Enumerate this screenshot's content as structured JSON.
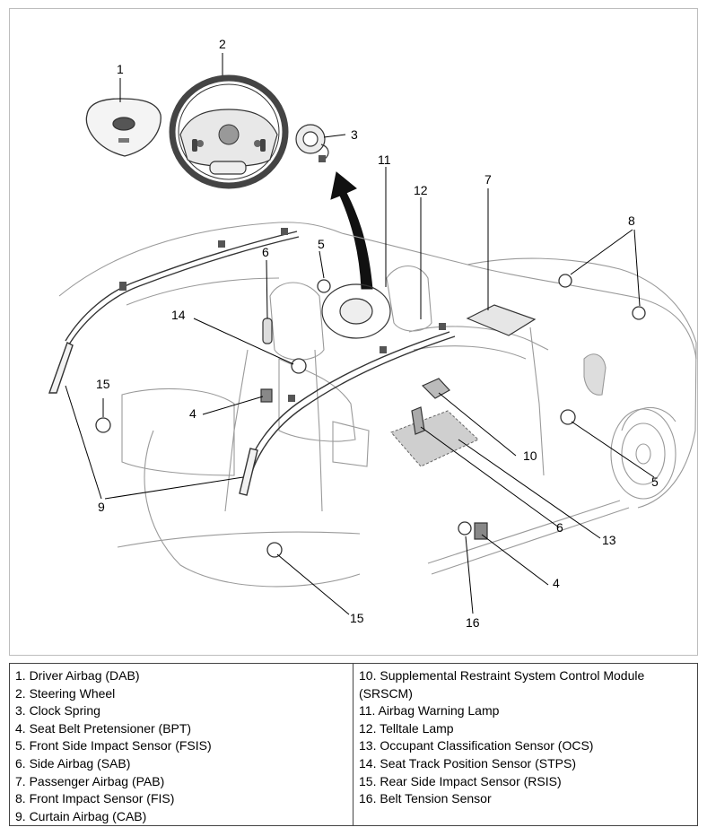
{
  "callouts": {
    "c1": "1",
    "c2": "2",
    "c3": "3",
    "c4a": "4",
    "c4b": "4",
    "c5a": "5",
    "c5b": "5",
    "c6a": "6",
    "c6b": "6",
    "c7": "7",
    "c8": "8",
    "c9": "9",
    "c10": "10",
    "c11": "11",
    "c12": "12",
    "c13": "13",
    "c14": "14",
    "c15a": "15",
    "c15b": "15",
    "c16": "16"
  },
  "legend": {
    "left": [
      "1. Driver Airbag (DAB)",
      "2. Steering Wheel",
      "3. Clock Spring",
      "4. Seat Belt Pretensioner (BPT)",
      "5. Front Side Impact Sensor (FSIS)",
      "6. Side Airbag (SAB)",
      "7. Passenger Airbag (PAB)",
      "8. Front Impact Sensor (FIS)",
      "9. Curtain Airbag (CAB)"
    ],
    "right": [
      "10. Supplemental Restraint System Control Module (SRSCM)",
      "11. Airbag Warning Lamp",
      "12. Telltale Lamp",
      "13. Occupant Classification Sensor (OCS)",
      "14. Seat Track Position Sensor (STPS)",
      "15. Rear Side Impact Sensor (RSIS)",
      "16. Belt Tension Sensor"
    ]
  }
}
